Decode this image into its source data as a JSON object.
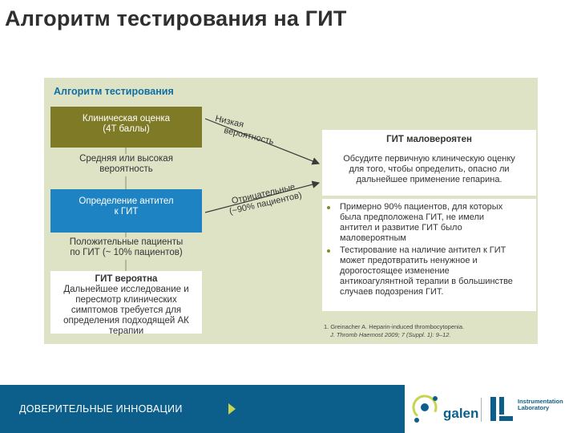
{
  "slide": {
    "title": "Алгоритм тестирования на ГИТ"
  },
  "panel": {
    "title": "Алгоритм тестирования"
  },
  "left": {
    "clinical_line1": "Клиническая оценка",
    "clinical_line2": "(4T баллы)",
    "medium_high_line1": "Средняя или высокая",
    "medium_high_line2": "вероятность",
    "antibody_line1": "Определение антител",
    "antibody_line2": "к ГИТ",
    "positive_line1": "Положительные пациенты",
    "positive_line2": "по ГИТ (~ 10% пациентов)",
    "probable_title": "ГИТ вероятна",
    "probable_line1": "Дальнейшее исследование и",
    "probable_line2": "пересмотр клинических",
    "probable_line3": "симптомов требуется для",
    "probable_line4": "определения подходящей АК",
    "probable_line5": "терапии"
  },
  "arrows": {
    "low_line1": "Низкая",
    "low_line2": "вероятность",
    "negative_line1": "Отрицательные",
    "negative_line2": "(~90% пациентов)"
  },
  "right": {
    "unlikely": "ГИТ маловероятен",
    "discuss_line1": "Обсудите первичную клиническую оценку",
    "discuss_line2": "для того, чтобы определить, опасно ли",
    "discuss_line3": "дальнейшее применение гепарина.",
    "bullet1_line1": "Примерно 90% пациентов, для которых",
    "bullet1_line2": "была предположена ГИТ, не имели",
    "bullet1_line3": "антител и развитие ГИТ было",
    "bullet1_line4": "маловероятным",
    "bullet2_line1": "Тестирование на наличие антител к ГИТ",
    "bullet2_line2": "может предотвратить ненужное и",
    "bullet2_line3": "дорогостоящее изменение",
    "bullet2_line4": "антикоагулянтной терапии в большинстве",
    "bullet2_line5": "случаев подозрения ГИТ."
  },
  "reference": {
    "line1": "1. Greinacher A. Heparin-induced thrombocytopenia.",
    "line2": "J. Thromb Haemost 2009; 7 (Suppl. 1): 9–12."
  },
  "footer": {
    "tagline": "ДОВЕРИТЕЛЬНЫЕ   ИННОВАЦИИ",
    "galen": "galen",
    "il_line1": "Instrumentation",
    "il_line2": "Laboratory"
  },
  "colors": {
    "olive": "#7f7a26",
    "blue": "#1e83c2",
    "panel": "#dfe3c6",
    "footer": "#0d5f8b",
    "accent_green": "#c8d44d"
  }
}
